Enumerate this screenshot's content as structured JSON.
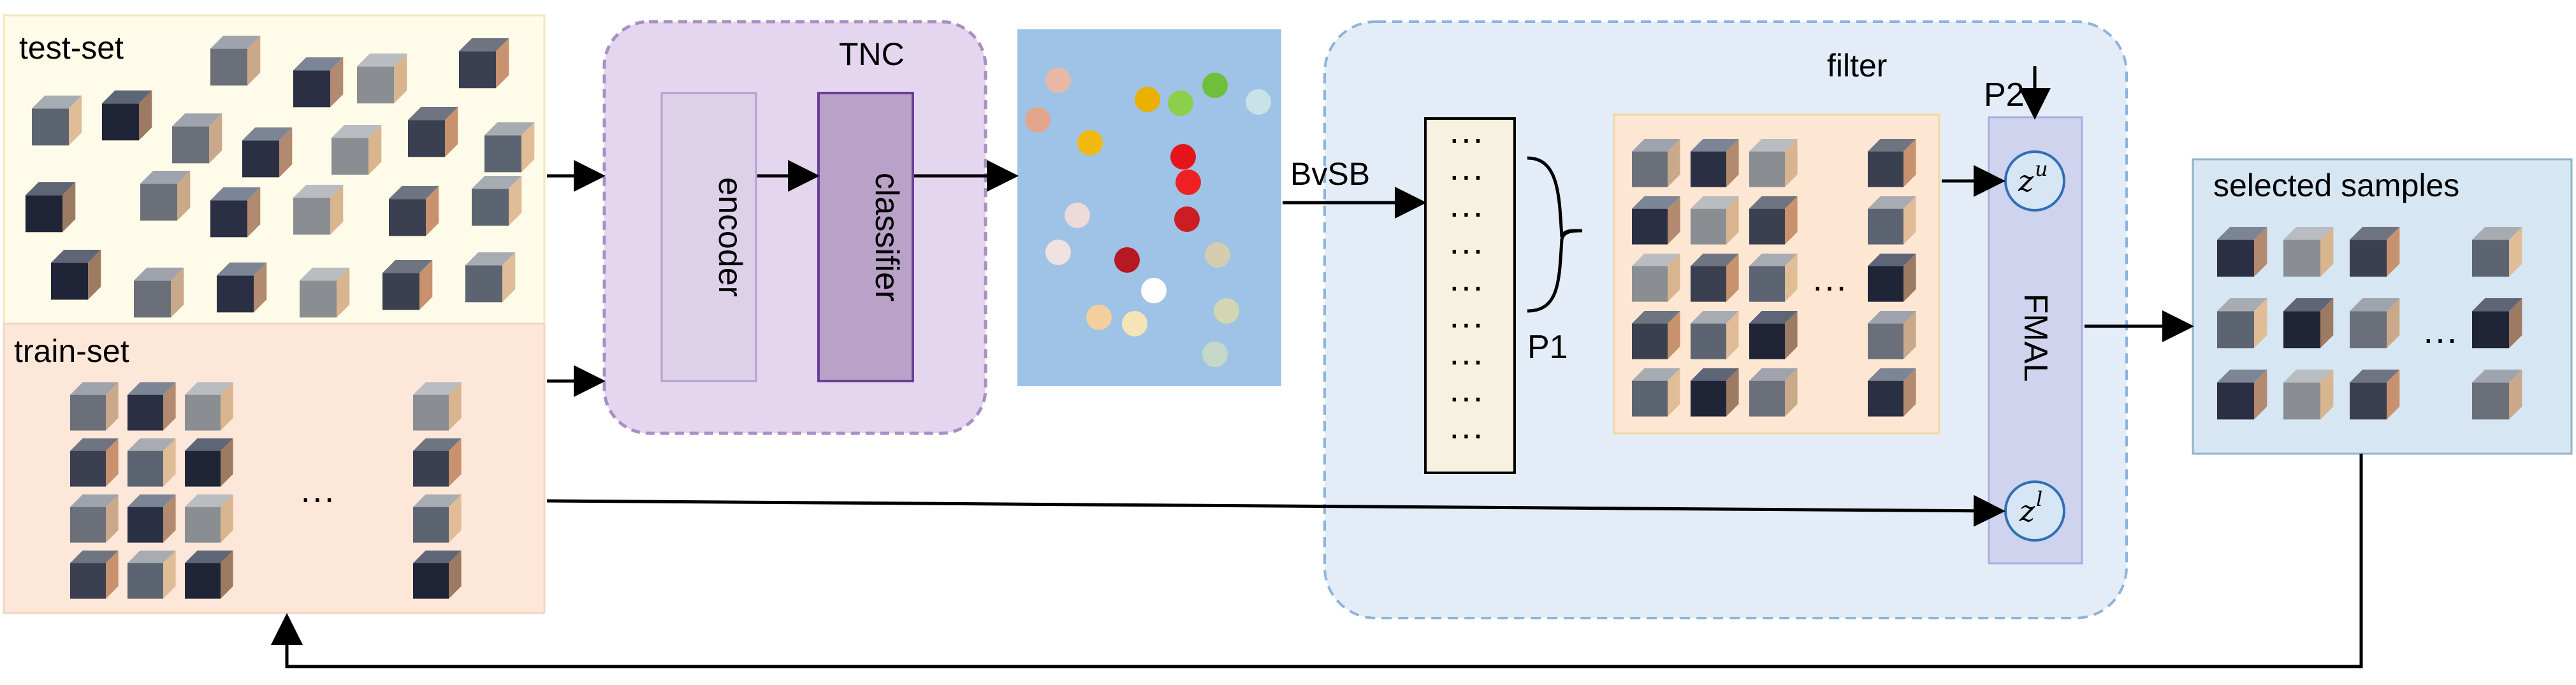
{
  "panels": {
    "test_set": "test-set",
    "train_set": "train-set",
    "tnc": "TNC",
    "encoder": "encoder",
    "classifier": "classifier",
    "filter": "filter",
    "selected_samples": "selected samples",
    "fmal": "FMAL"
  },
  "labels": {
    "bvsb": "BvSB",
    "p1": "P1",
    "p2": "P2",
    "ellipsis": "···",
    "z_u_base": "z",
    "z_u_sup": "u",
    "z_l_base": "z",
    "z_l_sup": "l"
  },
  "colors": {
    "test_bg": "#fffbe9",
    "train_bg": "#fde7d8",
    "tnc_bg": "#e3d6ee",
    "tnc_border": "#a98fc6",
    "encoder_bg": "#ddd0e9",
    "classifier_bg": "#b9a1c8",
    "classifier_border": "#6a3d96",
    "scatter_bg": "#9ec3e6",
    "filter_bg": "#e4ecf8",
    "filter_border": "#8db3de",
    "queue_bg": "#f7f1e0",
    "grid_bg": "#fde7d3",
    "fmal_bg": "#cfd3ee",
    "selected_bg": "#d6e6f2",
    "selected_border": "#8fb3cc",
    "node_bg": "#d7e6f4"
  },
  "scatter_points": [
    {
      "c": "#e9b9a6"
    },
    {
      "c": "#e2a58c"
    },
    {
      "c": "#f1ba12"
    },
    {
      "c": "#e9b000"
    },
    {
      "c": "#8bcf4a"
    },
    {
      "c": "#6fbf3c"
    },
    {
      "c": "#c8e2e8"
    },
    {
      "c": "#e6131b"
    },
    {
      "c": "#ee2024"
    },
    {
      "c": "#cc1d24"
    },
    {
      "c": "#eedad8"
    },
    {
      "c": "#f0e2e0"
    },
    {
      "c": "#b71923"
    },
    {
      "c": "#d6ccb0"
    },
    {
      "c": "#fdfdfd"
    },
    {
      "c": "#f3cf9d"
    },
    {
      "c": "#f5e4b8"
    },
    {
      "c": "#d3d6b2"
    },
    {
      "c": "#c5d8c8"
    }
  ],
  "cube_palettes": [
    [
      "#6b6f7a",
      "#9ea3ad",
      "#c9a98a"
    ],
    [
      "#2a2f44",
      "#7b8596",
      "#b28a70"
    ],
    [
      "#8a8e92",
      "#b9bcc0",
      "#d8b48f"
    ],
    [
      "#3b4050",
      "#6e7480",
      "#c7926d"
    ],
    [
      "#5b6470",
      "#a7acb3",
      "#e0bd96"
    ],
    [
      "#1f2436",
      "#5d6577",
      "#9d7b63"
    ]
  ]
}
